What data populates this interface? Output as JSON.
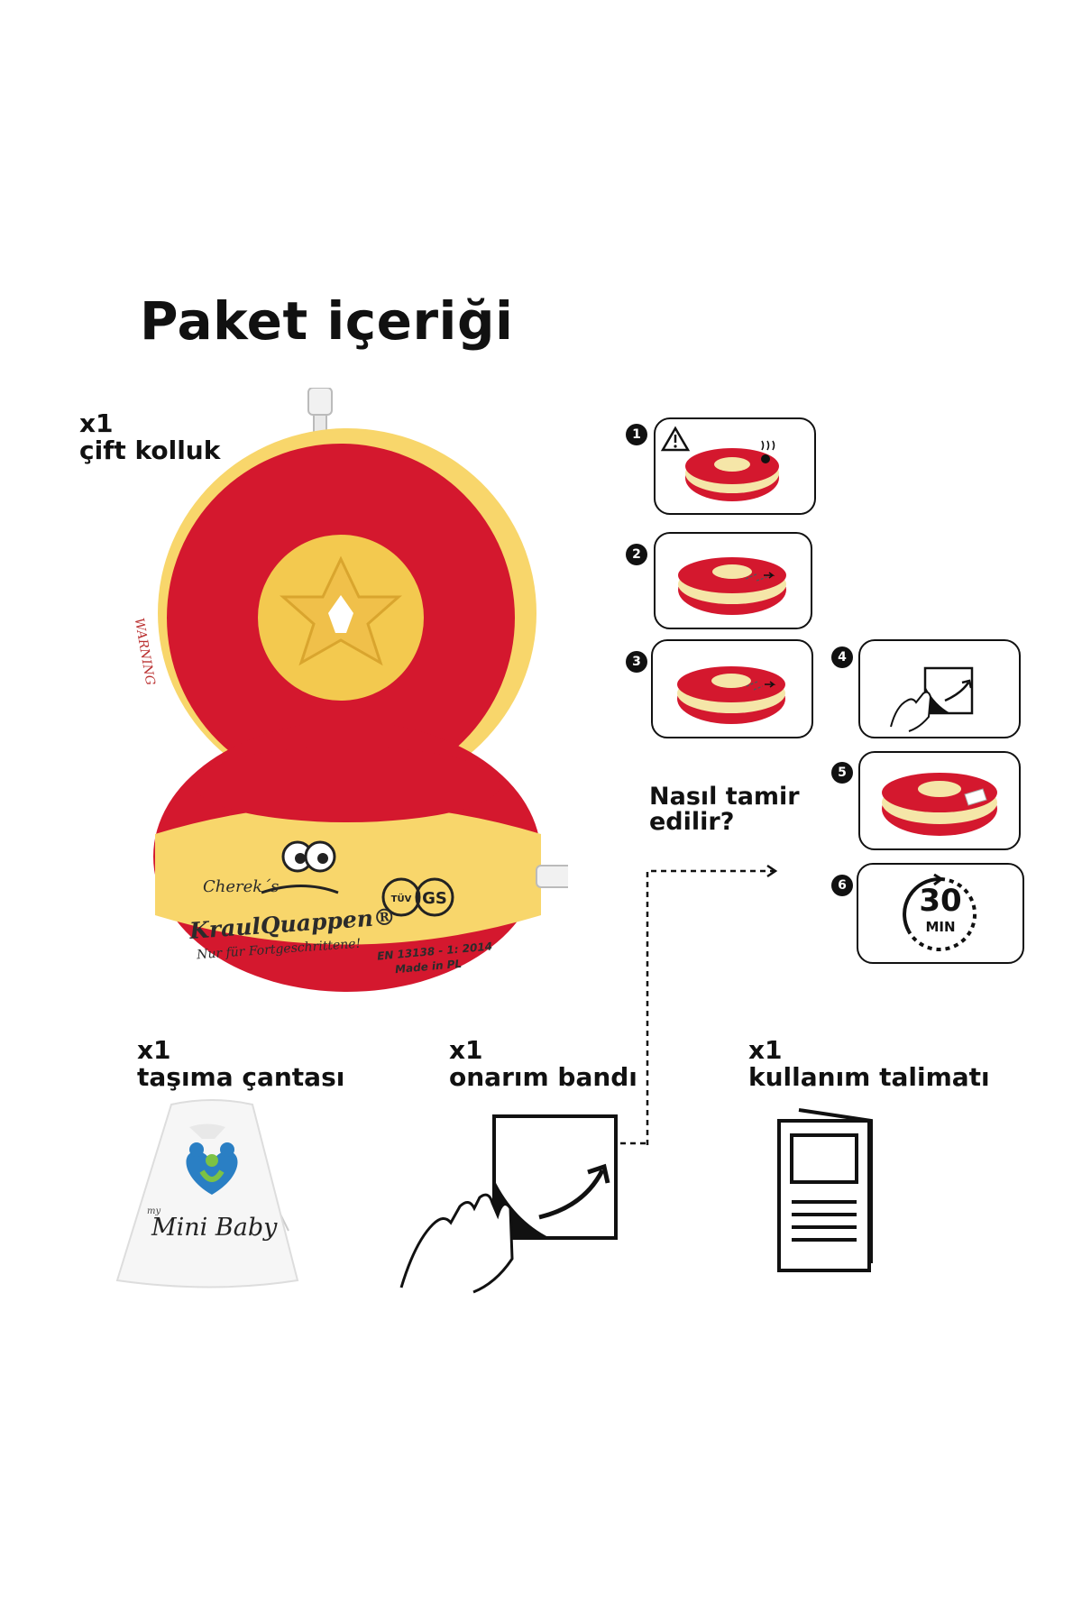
{
  "title": "Paket içeriği",
  "items": [
    {
      "qty": "x1",
      "name": "çift kolluk"
    },
    {
      "qty": "x1",
      "name": "taşıma çantası"
    },
    {
      "qty": "x1",
      "name": "onarım bandı"
    },
    {
      "qty": "x1",
      "name": "kullanım talimatı"
    }
  ],
  "repair": {
    "heading_line1": "Nasıl tamir",
    "heading_line2": "edilir?",
    "steps": [
      "1",
      "2",
      "3",
      "4",
      "5",
      "6"
    ],
    "timer_value": "30",
    "timer_unit": "MIN"
  },
  "product": {
    "brand_small": "Cherek´s",
    "brand_name": "KraulQuappen®",
    "tagline": "Nur für Fortgeschrittene!",
    "standard": "EN 13138 - 1: 2014",
    "origin": "Made in PL",
    "side_text": "WARNING",
    "cert1": "TÜV",
    "cert2": "GS"
  },
  "bag": {
    "logo_small": "my",
    "logo_text": "Mini Baby"
  },
  "colors": {
    "red": "#d4182e",
    "yellow": "#f8d66b",
    "cream": "#f5e6a8",
    "ink": "#111111"
  }
}
